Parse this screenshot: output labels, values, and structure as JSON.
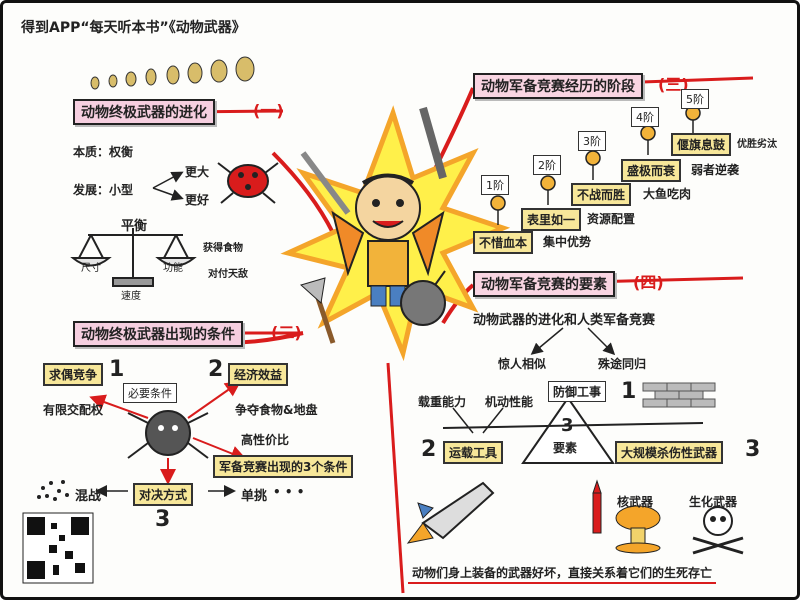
{
  "title": "得到APP“每天听本书”《动物武器》",
  "section1": {
    "heading": "动物终极武器的进化",
    "number": "(一)",
    "essence_label": "本质：权衡",
    "development_label": "发展：小型",
    "bigger": "更大",
    "better": "更好",
    "scale_top": "平衡",
    "scale_left": "尺寸",
    "scale_right": "功能",
    "scale_base": "速度",
    "food_label": "获得食物",
    "enemy_label": "对付天敌"
  },
  "section2": {
    "heading": "动物终极武器出现的条件",
    "number": "(二)",
    "mate_competition": "求偶竞争",
    "n1": "1",
    "limited_mating": "有限交配权",
    "necessary_condition": "必要条件",
    "economic_benefit": "经济效益",
    "n2": "2",
    "compete_food": "争夺食物&地盘",
    "high_ratio": "高性价比",
    "three_conditions": "军备竞赛出现的3个条件",
    "duel_mode": "对决方式",
    "n3": "3",
    "melee": "混战",
    "single_combat": "单挑",
    "ellipsis": "• • •"
  },
  "section3": {
    "heading": "动物军备竞赛经历的阶段",
    "number": "(三)",
    "stage1": "1阶",
    "stage2": "2阶",
    "stage3": "3阶",
    "stage4": "4阶",
    "stage5": "5阶",
    "s1_left": "不惜血本",
    "s1_right": "集中优势",
    "s2_left": "表里如一",
    "s2_right": "资源配置",
    "s3_left": "不战而胜",
    "s3_right": "大鱼吃肉",
    "s4_left": "盛极而衰",
    "s4_right": "弱者逆袭",
    "s5_left": "偃旗息鼓",
    "s5_right": "优胜劣汰"
  },
  "section4": {
    "heading": "动物军备竞赛的要素",
    "number": "(四)",
    "subtitle": "动物武器的进化和人类军备竞赛",
    "similar": "惊人相似",
    "same_goal": "殊途同归",
    "carry_capacity": "载重能力",
    "mobility": "机动性能",
    "defense": "防御工事",
    "n1": "1",
    "three": "3",
    "elements": "要素",
    "transport": "运载工具",
    "n2": "2",
    "wmd": "大规模杀伤性武器",
    "n3": "3",
    "nuclear": "核武器",
    "biochem": "生化武器",
    "conclusion": "动物们身上装备的武器好坏，直接关系着它们的生死存亡"
  },
  "colors": {
    "accent_red": "#d91c1c",
    "header_pink": "#f6cfe0",
    "box_yellow": "#f7e79a",
    "burst_yellow": "#fff04a",
    "burst_orange": "#f4a52a"
  }
}
